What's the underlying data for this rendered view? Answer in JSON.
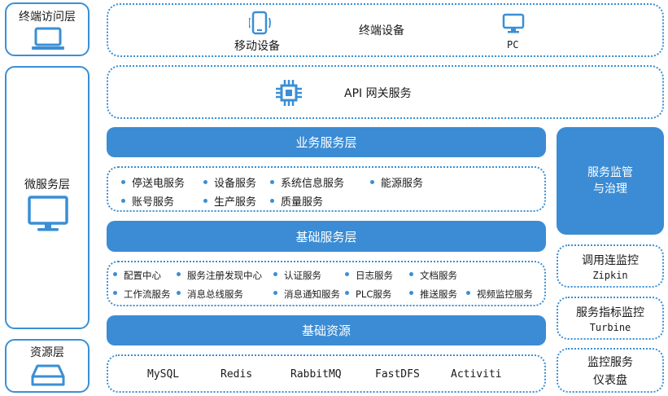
{
  "left_layers": {
    "terminal": "终端访问层",
    "micro": "微服务层",
    "resource": "资源层"
  },
  "terminal_row": {
    "mobile": "移动设备",
    "center": "终端设备",
    "pc": "PC"
  },
  "gateway": {
    "label": "API 网关服务"
  },
  "business_bar": "业务服务层",
  "business_items": [
    "停送电服务",
    "设备服务",
    "系统信息服务",
    "能源服务",
    "账号服务",
    "生产服务",
    "质量服务"
  ],
  "base_bar": "基础服务层",
  "base_items": [
    "配置中心",
    "服务注册发现中心",
    "认证服务",
    "日志服务",
    "文档服务",
    "工作流服务",
    "消息总线服务",
    "消息通知服务",
    "PLC服务",
    "推送服务",
    "视频监控服务"
  ],
  "resource_bar": "基础资源",
  "resources": [
    "MySQL",
    "Redis",
    "RabbitMQ",
    "FastDFS",
    "Activiti"
  ],
  "right": {
    "governance_line1": "服务监管",
    "governance_line2": "与治理",
    "zipkin_title": "调用连监控",
    "zipkin_sub": "Zipkin",
    "turbine_title": "服务指标监控",
    "turbine_sub": "Turbine",
    "dashboard_line1": "监控服务",
    "dashboard_line2": "仪表盘"
  },
  "colors": {
    "accent": "#3a8fd6",
    "bar": "#3b8cd4"
  }
}
